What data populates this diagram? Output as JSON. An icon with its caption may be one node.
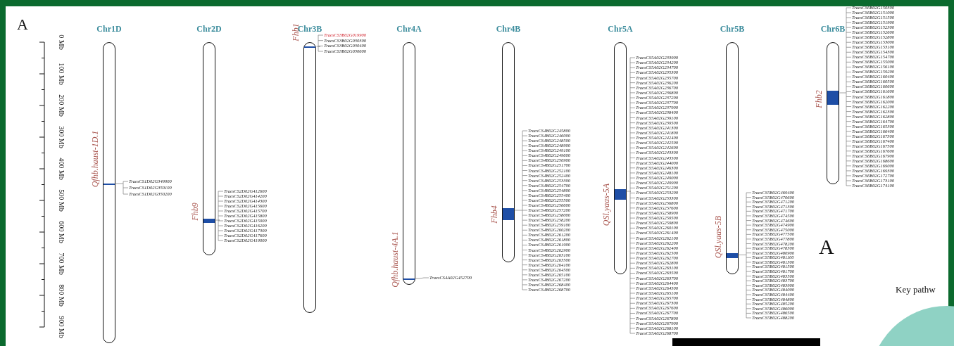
{
  "diagram": {
    "nodes": [
      {
        "text": [
          "Chr1D"
        ]
      },
      {
        "text": [],
        "shape": "bar",
        "in": 0,
        "beside": [
          "Qfhb.haust-1D.1"
        ]
      },
      {
        "text": [
          "TraesCS1D02G349900"
        ]
      },
      {
        "text": [
          "TraesCS1D02G350100"
        ]
      },
      {
        "text": [
          "TraesCS1D02G350200"
        ]
      },
      {
        "text": [
          "Chr2D"
        ]
      },
      {
        "text": [],
        "shape": "bar",
        "in": 5,
        "beside": [
          "Fhb9"
        ]
      },
      {
        "text": [
          "TraesCS2D02G412600"
        ]
      },
      {
        "text": [
          "TraesCS2D02G414200"
        ]
      },
      {
        "text": [
          "TraesCS2D02G414300"
        ]
      },
      {
        "text": [
          "TraesCS2D02G415600"
        ]
      },
      {
        "text": [
          "TraesCS2D02G415700"
        ]
      },
      {
        "text": [
          "TraesCS2D02G415800"
        ]
      },
      {
        "text": [
          "TraesCS2D02G415900"
        ]
      },
      {
        "text": [
          "TraesCS2D02G416200"
        ]
      },
      {
        "text": [
          "TraesCS2D02G417300"
        ]
      },
      {
        "text": [
          "TraesCS2D02G417600"
        ]
      },
      {
        "text": [
          "TraesCS2D02G419000"
        ]
      },
      {
        "text": [
          "Chr3B"
        ]
      },
      {
        "text": [],
        "shape": "bar",
        "in": 18,
        "beside": [
          "Fhb1"
        ]
      },
      {
        "text": [
          "TraesCS3B02G019900"
        ]
      },
      {
        "text": [
          "TraesCS3B02G030300"
        ]
      },
      {
        "text": [
          "TraesCS3B02G030400"
        ]
      },
      {
        "text": [
          "TraesCS3B02G030600"
        ]
      },
      {
        "text": [
          "Chr4A"
        ]
      },
      {
        "text": [],
        "shape": "bar",
        "in": 24,
        "beside": [
          "Qfhb.haust-4A.1"
        ]
      },
      {
        "text": [
          "TraesCS4A02G452700"
        ]
      },
      {
        "text": [
          "Chr4B"
        ]
      },
      {
        "text": [],
        "shape": "bar",
        "in": 27,
        "beside": [
          "Fhb4"
        ]
      },
      {
        "text": [
          "TraesCS4B02G245800"
        ]
      },
      {
        "text": [
          "TraesCS4B02G246000"
        ]
      },
      {
        "text": [
          "TraesCS4B02G248500"
        ]
      },
      {
        "text": [
          "TraesCS4B02G248900"
        ]
      },
      {
        "text": [
          "TraesCS4B02G249100"
        ]
      },
      {
        "text": [
          "TraesCS4B02G249600"
        ]
      },
      {
        "text": [
          "TraesCS4B02G250900"
        ]
      },
      {
        "text": [
          "TraesCS4B02G251700"
        ]
      },
      {
        "text": [
          "TraesCS4B02G252100"
        ]
      },
      {
        "text": [
          "TraesCS4B02G252400"
        ]
      },
      {
        "text": [
          "TraesCS4B02G253300"
        ]
      },
      {
        "text": [
          "TraesCS4B02G254700"
        ]
      },
      {
        "text": [
          "TraesCS4B02G254800"
        ]
      },
      {
        "text": [
          "TraesCS4B02G255400"
        ]
      },
      {
        "text": [
          "TraesCS4B02G255500"
        ]
      },
      {
        "text": [
          "TraesCS4B02G256600"
        ]
      },
      {
        "text": [
          "TraesCS4B02G257200"
        ]
      },
      {
        "text": [
          "TraesCS4B02G258000"
        ]
      },
      {
        "text": [
          "TraesCS4B02G258200"
        ]
      },
      {
        "text": [
          "TraesCS4B02G259100"
        ]
      },
      {
        "text": [
          "TraesCS4B02G260200"
        ]
      },
      {
        "text": [
          "TraesCS4B02G261200"
        ]
      },
      {
        "text": [
          "TraesCS4B02G261800"
        ]
      },
      {
        "text": [
          "TraesCS4B02G261900"
        ]
      },
      {
        "text": [
          "TraesCS4B02G262900"
        ]
      },
      {
        "text": [
          "TraesCS4B02G263100"
        ]
      },
      {
        "text": [
          "TraesCS4B02G263500"
        ]
      },
      {
        "text": [
          "TraesCS4B02G264100"
        ]
      },
      {
        "text": [
          "TraesCS4B02G264500"
        ]
      },
      {
        "text": [
          "TraesCS4B02G265100"
        ]
      },
      {
        "text": [
          "TraesCS4B02G267200"
        ]
      },
      {
        "text": [
          "TraesCS4B02G268400"
        ]
      },
      {
        "text": [
          "TraesCS4B02G268700"
        ]
      },
      {
        "text": [
          "Chr5A"
        ]
      },
      {
        "text": [],
        "shape": "bar",
        "in": 62,
        "beside": [
          "QSl.yaas-5A"
        ]
      },
      {
        "text": [
          "TraesCS5A02G233900"
        ]
      },
      {
        "text": [
          "TraesCS5A02G234200"
        ]
      },
      {
        "text": [
          "TraesCS5A02G234700"
        ]
      },
      {
        "text": [
          "TraesCS5A02G235300"
        ]
      },
      {
        "text": [
          "TraesCS5A02G235700"
        ]
      },
      {
        "text": [
          "TraesCS5A02G236200"
        ]
      },
      {
        "text": [
          "TraesCS5A02G236700"
        ]
      },
      {
        "text": [
          "TraesCS5A02G236800"
        ]
      },
      {
        "text": [
          "TraesCS5A02G237200"
        ]
      },
      {
        "text": [
          "TraesCS5A02G237700"
        ]
      },
      {
        "text": [
          "TraesCS5A02G237900"
        ]
      },
      {
        "text": [
          "TraesCS5A02G238400"
        ]
      },
      {
        "text": [
          "TraesCS5A02G239100"
        ]
      },
      {
        "text": [
          "TraesCS5A02G239500"
        ]
      },
      {
        "text": [
          "TraesCS5A02G241300"
        ]
      },
      {
        "text": [
          "TraesCS5A02G241800"
        ]
      },
      {
        "text": [
          "TraesCS5A02G242400"
        ]
      },
      {
        "text": [
          "TraesCS5A02G242500"
        ]
      },
      {
        "text": [
          "TraesCS5A02G242600"
        ]
      },
      {
        "text": [
          "TraesCS5A02G243300"
        ]
      },
      {
        "text": [
          "TraesCS5A02G243500"
        ]
      },
      {
        "text": [
          "TraesCS5A02G244000"
        ]
      },
      {
        "text": [
          "TraesCS5A02G246300"
        ]
      },
      {
        "text": [
          "TraesCS5A02G248100"
        ]
      },
      {
        "text": [
          "TraesCS5A02G249000"
        ]
      },
      {
        "text": [
          "TraesCS5A02G249900"
        ]
      },
      {
        "text": [
          "TraesCS5A02G251200"
        ]
      },
      {
        "text": [
          "TraesCS5A02G253200"
        ]
      },
      {
        "text": [
          "TraesCS5A02G253300"
        ]
      },
      {
        "text": [
          "TraesCS5A02G256800"
        ]
      },
      {
        "text": [
          "TraesCS5A02G257600"
        ]
      },
      {
        "text": [
          "TraesCS5A02G258900"
        ]
      },
      {
        "text": [
          "TraesCS5A02G259500"
        ]
      },
      {
        "text": [
          "TraesCS5A02G259800"
        ]
      },
      {
        "text": [
          "TraesCS5A02G260100"
        ]
      },
      {
        "text": [
          "TraesCS5A02G261400"
        ]
      },
      {
        "text": [
          "TraesCS5A02G262100"
        ]
      },
      {
        "text": [
          "TraesCS5A02G262200"
        ]
      },
      {
        "text": [
          "TraesCS5A02G262400"
        ]
      },
      {
        "text": [
          "TraesCS5A02G262500"
        ]
      },
      {
        "text": [
          "TraesCS5A02G262700"
        ]
      },
      {
        "text": [
          "TraesCS5A02G262800"
        ]
      },
      {
        "text": [
          "TraesCS5A02G263100"
        ]
      },
      {
        "text": [
          "TraesCS5A02G263500"
        ]
      },
      {
        "text": [
          "TraesCS5A02G263700"
        ]
      },
      {
        "text": [
          "TraesCS5A02G264400"
        ]
      },
      {
        "text": [
          "TraesCS5A02G264500"
        ]
      },
      {
        "text": [
          "TraesCS5A02G265100"
        ]
      },
      {
        "text": [
          "TraesCS5A02G265700"
        ]
      },
      {
        "text": [
          "TraesCS5A02G267300"
        ]
      },
      {
        "text": [
          "TraesCS5A02G267600"
        ]
      },
      {
        "text": [
          "TraesCS5A02G267700"
        ]
      },
      {
        "text": [
          "TraesCS5A02G267800"
        ]
      },
      {
        "text": [
          "TraesCS5A02G267900"
        ]
      },
      {
        "text": [
          "TraesCS5A02G268100"
        ]
      },
      {
        "text": [
          "TraesCS5A02G268700"
        ]
      },
      {
        "text": [
          "Chr5B"
        ]
      },
      {
        "text": [],
        "shape": "bar",
        "in": 120,
        "beside": [
          "QSl.yaas-5B"
        ]
      },
      {
        "text": [
          "TraesCS5B02G469400"
        ]
      },
      {
        "text": [
          "TraesCS5B02G470600"
        ]
      },
      {
        "text": [
          "TraesCS5B02G471200"
        ]
      },
      {
        "text": [
          "TraesCS5B02G471300"
        ]
      },
      {
        "text": [
          "TraesCS5B02G471700"
        ]
      },
      {
        "text": [
          "TraesCS5B02G474500"
        ]
      },
      {
        "text": [
          "TraesCS5B02G474600"
        ]
      },
      {
        "text": [
          "TraesCS5B02G474900"
        ]
      },
      {
        "text": [
          "TraesCS5B02G475000"
        ]
      },
      {
        "text": [
          "TraesCS5B02G477500"
        ]
      },
      {
        "text": [
          "TraesCS5B02G477800"
        ]
      },
      {
        "text": [
          "TraesCS5B02G478200"
        ]
      },
      {
        "text": [
          "TraesCS5B02G478300"
        ]
      },
      {
        "text": [
          "TraesCS5B02G480900"
        ]
      },
      {
        "text": [
          "TraesCS5B02G481100"
        ]
      },
      {
        "text": [
          "TraesCS5B02G481300"
        ]
      },
      {
        "text": [
          "TraesCS5B02G481500"
        ]
      },
      {
        "text": [
          "TraesCS5B02G481700"
        ]
      },
      {
        "text": [
          "TraesCS5B02G483500"
        ]
      },
      {
        "text": [
          "TraesCS5B02G483700"
        ]
      },
      {
        "text": [
          "TraesCS5B02G483900"
        ]
      },
      {
        "text": [
          "TraesCS5B02G484000"
        ]
      },
      {
        "text": [
          "TraesCS5B02G484400"
        ]
      },
      {
        "text": [
          "TraesCS5B02G484800"
        ]
      },
      {
        "text": [
          "TraesCS5B02G485200"
        ]
      },
      {
        "text": [
          "TraesCS5B02G486000"
        ]
      },
      {
        "text": [
          "TraesCS5B02G486500"
        ]
      },
      {
        "text": [
          "TraesCS5B02G488200"
        ]
      },
      {
        "text": [
          "Chr6B"
        ]
      },
      {
        "text": [],
        "shape": "bar",
        "in": 150,
        "beside": [
          "Fhb2"
        ]
      },
      {
        "text": [
          "TraesCS6B02G150300"
        ]
      },
      {
        "text": [
          "TraesCS6B02G151000"
        ]
      },
      {
        "text": [
          "TraesCS6B02G151500"
        ]
      },
      {
        "text": [
          "TraesCS6B02G151900"
        ]
      },
      {
        "text": [
          "TraesCS6B02G152300"
        ]
      },
      {
        "text": [
          "TraesCS6B02G152600"
        ]
      },
      {
        "text": [
          "TraesCS6B02G152800"
        ]
      },
      {
        "text": [
          "TraesCS6B02G153000"
        ]
      },
      {
        "text": [
          "TraesCS6B02G153100"
        ]
      },
      {
        "text": [
          "TraesCS6B02G154300"
        ]
      },
      {
        "text": [
          "TraesCS6B02G154700"
        ]
      },
      {
        "text": [
          "TraesCS6B02G155000"
        ]
      },
      {
        "text": [
          "TraesCS6B02G156100"
        ]
      },
      {
        "text": [
          "TraesCS6B02G159200"
        ]
      },
      {
        "text": [
          "TraesCS6B02G160400"
        ]
      },
      {
        "text": [
          "TraesCS6B02G160500"
        ]
      },
      {
        "text": [
          "TraesCS6B02G160600"
        ]
      },
      {
        "text": [
          "TraesCS6B02G161600"
        ]
      },
      {
        "text": [
          "TraesCS6B02G161800"
        ]
      },
      {
        "text": [
          "TraesCS6B02G162000"
        ]
      },
      {
        "text": [
          "TraesCS6B02G162200"
        ]
      },
      {
        "text": [
          "TraesCS6B02G162300"
        ]
      },
      {
        "text": [
          "TraesCS6B02G162800"
        ]
      },
      {
        "text": [
          "TraesCS6B02G164700"
        ]
      },
      {
        "text": [
          "TraesCS6B02G165300"
        ]
      },
      {
        "text": [
          "TraesCS6B02G166400"
        ]
      },
      {
        "text": [
          "TraesCS6B02G167300"
        ]
      },
      {
        "text": [
          "TraesCS6B02G167400"
        ]
      },
      {
        "text": [
          "TraesCS6B02G167500"
        ]
      },
      {
        "text": [
          "TraesCS6B02G167600"
        ]
      },
      {
        "text": [
          "TraesCS6B02G167900"
        ]
      },
      {
        "text": [
          "TraesCS6B02G168600"
        ]
      },
      {
        "text": [
          "TraesCS6B02G169000"
        ]
      },
      {
        "text": [
          "TraesCS6B02G169300"
        ]
      },
      {
        "text": [
          "TraesCS6B02G172700"
        ]
      },
      {
        "text": [
          "TraesCS6B02G173100"
        ]
      },
      {
        "text": [
          "TraesCS6B02G174100"
        ]
      }
    ],
    "edges": [
      {
        "from": 1,
        "to": 2,
        "arrow": "none"
      },
      {
        "from": 1,
        "to": 3,
        "arrow": "none"
      },
      {
        "from": 1,
        "to": 4,
        "arrow": "none"
      },
      {
        "from": 6,
        "to": 7,
        "arrow": "none"
      },
      {
        "from": 6,
        "to": 8,
        "arrow": "none"
      },
      {
        "from": 6,
        "to": 9,
        "arrow": "none"
      },
      {
        "from": 6,
        "to": 10,
        "arrow": "none"
      },
      {
        "from": 6,
        "to": 11,
        "arrow": "none"
      },
      {
        "from": 6,
        "to": 12,
        "arrow": "none"
      },
      {
        "from": 6,
        "to": 13,
        "arrow": "none"
      },
      {
        "from": 6,
        "to": 14,
        "arrow": "none"
      },
      {
        "from": 6,
        "to": 15,
        "arrow": "none"
      },
      {
        "from": 6,
        "to": 16,
        "arrow": "none"
      },
      {
        "from": 6,
        "to": 17,
        "arrow": "none"
      },
      {
        "from": 19,
        "to": 20,
        "arrow": "none"
      },
      {
        "from": 19,
        "to": 21,
        "arrow": "none"
      },
      {
        "from": 19,
        "to": 22,
        "arrow": "none"
      },
      {
        "from": 19,
        "to": 23,
        "arrow": "none"
      },
      {
        "from": 25,
        "to": 26,
        "arrow": "none"
      },
      {
        "from": 28,
        "to": 29,
        "arrow": "none"
      },
      {
        "from": 28,
        "to": 30,
        "arrow": "none"
      },
      {
        "from": 28,
        "to": 31,
        "arrow": "none"
      },
      {
        "from": 28,
        "to": 32,
        "arrow": "none"
      },
      {
        "from": 28,
        "to": 33,
        "arrow": "none"
      },
      {
        "from": 28,
        "to": 34,
        "arrow": "none"
      },
      {
        "from": 28,
        "to": 35,
        "arrow": "none"
      },
      {
        "from": 28,
        "to": 36,
        "arrow": "none"
      },
      {
        "from": 28,
        "to": 37,
        "arrow": "none"
      },
      {
        "from": 28,
        "to": 38,
        "arrow": "none"
      },
      {
        "from": 28,
        "to": 39,
        "arrow": "none"
      },
      {
        "from": 28,
        "to": 40,
        "arrow": "none"
      },
      {
        "from": 28,
        "to": 41,
        "arrow": "none"
      },
      {
        "from": 28,
        "to": 42,
        "arrow": "none"
      },
      {
        "from": 28,
        "to": 43,
        "arrow": "none"
      },
      {
        "from": 28,
        "to": 44,
        "arrow": "none"
      },
      {
        "from": 28,
        "to": 45,
        "arrow": "none"
      },
      {
        "from": 28,
        "to": 46,
        "arrow": "none"
      },
      {
        "from": 28,
        "to": 47,
        "arrow": "none"
      },
      {
        "from": 28,
        "to": 48,
        "arrow": "none"
      },
      {
        "from": 28,
        "to": 49,
        "arrow": "none"
      },
      {
        "from": 28,
        "to": 50,
        "arrow": "none"
      },
      {
        "from": 28,
        "to": 51,
        "arrow": "none"
      },
      {
        "from": 28,
        "to": 52,
        "arrow": "none"
      },
      {
        "from": 28,
        "to": 53,
        "arrow": "none"
      },
      {
        "from": 28,
        "to": 54,
        "arrow": "none"
      },
      {
        "from": 28,
        "to": 55,
        "arrow": "none"
      },
      {
        "from": 28,
        "to": 56,
        "arrow": "none"
      },
      {
        "from": 28,
        "to": 57,
        "arrow": "none"
      },
      {
        "from": 28,
        "to": 58,
        "arrow": "none"
      },
      {
        "from": 28,
        "to": 59,
        "arrow": "none"
      },
      {
        "from": 28,
        "to": 60,
        "arrow": "none"
      },
      {
        "from": 28,
        "to": 61,
        "arrow": "none"
      },
      {
        "from": 63,
        "to": 64,
        "arrow": "none"
      },
      {
        "from": 63,
        "to": 65,
        "arrow": "none"
      },
      {
        "from": 63,
        "to": 66,
        "arrow": "none"
      },
      {
        "from": 63,
        "to": 67,
        "arrow": "none"
      },
      {
        "from": 63,
        "to": 68,
        "arrow": "none"
      },
      {
        "from": 63,
        "to": 69,
        "arrow": "none"
      },
      {
        "from": 63,
        "to": 70,
        "arrow": "none"
      },
      {
        "from": 63,
        "to": 71,
        "arrow": "none"
      },
      {
        "from": 63,
        "to": 72,
        "arrow": "none"
      },
      {
        "from": 63,
        "to": 73,
        "arrow": "none"
      },
      {
        "from": 63,
        "to": 74,
        "arrow": "none"
      },
      {
        "from": 63,
        "to": 75,
        "arrow": "none"
      },
      {
        "from": 63,
        "to": 76,
        "arrow": "none"
      },
      {
        "from": 63,
        "to": 77,
        "arrow": "none"
      },
      {
        "from": 63,
        "to": 78,
        "arrow": "none"
      },
      {
        "from": 63,
        "to": 79,
        "arrow": "none"
      },
      {
        "from": 63,
        "to": 80,
        "arrow": "none"
      },
      {
        "from": 63,
        "to": 81,
        "arrow": "none"
      },
      {
        "from": 63,
        "to": 82,
        "arrow": "none"
      },
      {
        "from": 63,
        "to": 83,
        "arrow": "none"
      },
      {
        "from": 63,
        "to": 84,
        "arrow": "none"
      },
      {
        "from": 63,
        "to": 85,
        "arrow": "none"
      },
      {
        "from": 63,
        "to": 86,
        "arrow": "none"
      },
      {
        "from": 63,
        "to": 87,
        "arrow": "none"
      },
      {
        "from": 63,
        "to": 88,
        "arrow": "none"
      },
      {
        "from": 63,
        "to": 89,
        "arrow": "none"
      },
      {
        "from": 63,
        "to": 90,
        "arrow": "none"
      },
      {
        "from": 63,
        "to": 91,
        "arrow": "none"
      },
      {
        "from": 63,
        "to": 92,
        "arrow": "none"
      },
      {
        "from": 63,
        "to": 93,
        "arrow": "none"
      },
      {
        "from": 63,
        "to": 94,
        "arrow": "none"
      },
      {
        "from": 63,
        "to": 95,
        "arrow": "none"
      },
      {
        "from": 63,
        "to": 96,
        "arrow": "none"
      },
      {
        "from": 63,
        "to": 97,
        "arrow": "none"
      },
      {
        "from": 63,
        "to": 98,
        "arrow": "none"
      },
      {
        "from": 63,
        "to": 99,
        "arrow": "none"
      },
      {
        "from": 63,
        "to": 100,
        "arrow": "none"
      },
      {
        "from": 63,
        "to": 101,
        "arrow": "none"
      },
      {
        "from": 63,
        "to": 102,
        "arrow": "none"
      },
      {
        "from": 63,
        "to": 103,
        "arrow": "none"
      },
      {
        "from": 63,
        "to": 104,
        "arrow": "none"
      },
      {
        "from": 63,
        "to": 105,
        "arrow": "none"
      },
      {
        "from": 63,
        "to": 106,
        "arrow": "none"
      },
      {
        "from": 63,
        "to": 107,
        "arrow": "none"
      },
      {
        "from": 63,
        "to": 108,
        "arrow": "none"
      },
      {
        "from": 63,
        "to": 109,
        "arrow": "none"
      },
      {
        "from": 63,
        "to": 110,
        "arrow": "none"
      },
      {
        "from": 63,
        "to": 111,
        "arrow": "none"
      },
      {
        "from": 63,
        "to": 112,
        "arrow": "none"
      },
      {
        "from": 63,
        "to": 113,
        "arrow": "none"
      },
      {
        "from": 63,
        "to": 114,
        "arrow": "none"
      },
      {
        "from": 63,
        "to": 115,
        "arrow": "none"
      },
      {
        "from": 63,
        "to": 116,
        "arrow": "none"
      },
      {
        "from": 63,
        "to": 117,
        "arrow": "none"
      },
      {
        "from": 63,
        "to": 118,
        "arrow": "none"
      },
      {
        "from": 63,
        "to": 119,
        "arrow": "none"
      },
      {
        "from": 121,
        "to": 122,
        "arrow": "none"
      },
      {
        "from": 121,
        "to": 123,
        "arrow": "none"
      },
      {
        "from": 121,
        "to": 124,
        "arrow": "none"
      },
      {
        "from": 121,
        "to": 125,
        "arrow": "none"
      },
      {
        "from": 121,
        "to": 126,
        "arrow": "none"
      },
      {
        "from": 121,
        "to": 127,
        "arrow": "none"
      },
      {
        "from": 121,
        "to": 128,
        "arrow": "none"
      },
      {
        "from": 121,
        "to": 129,
        "arrow": "none"
      },
      {
        "from": 121,
        "to": 130,
        "arrow": "none"
      },
      {
        "from": 121,
        "to": 131,
        "arrow": "none"
      },
      {
        "from": 121,
        "to": 132,
        "arrow": "none"
      },
      {
        "from": 121,
        "to": 133,
        "arrow": "none"
      },
      {
        "from": 121,
        "to": 134,
        "arrow": "none"
      },
      {
        "from": 121,
        "to": 135,
        "arrow": "none"
      },
      {
        "from": 121,
        "to": 136,
        "arrow": "none"
      },
      {
        "from": 121,
        "to": 137,
        "arrow": "none"
      },
      {
        "from": 121,
        "to": 138,
        "arrow": "none"
      },
      {
        "from": 121,
        "to": 139,
        "arrow": "none"
      },
      {
        "from": 121,
        "to": 140,
        "arrow": "none"
      },
      {
        "from": 121,
        "to": 141,
        "arrow": "none"
      },
      {
        "from": 121,
        "to": 142,
        "arrow": "none"
      },
      {
        "from": 121,
        "to": 143,
        "arrow": "none"
      },
      {
        "from": 121,
        "to": 144,
        "arrow": "none"
      },
      {
        "from": 121,
        "to": 145,
        "arrow": "none"
      },
      {
        "from": 121,
        "to": 146,
        "arrow": "none"
      },
      {
        "from": 121,
        "to": 147,
        "arrow": "none"
      },
      {
        "from": 121,
        "to": 148,
        "arrow": "none"
      },
      {
        "from": 121,
        "to": 149,
        "arrow": "none"
      },
      {
        "from": 151,
        "to": 152,
        "arrow": "none"
      },
      {
        "from": 151,
        "to": 153,
        "arrow": "none"
      },
      {
        "from": 151,
        "to": 154,
        "arrow": "none"
      },
      {
        "from": 151,
        "to": 155,
        "arrow": "none"
      },
      {
        "from": 151,
        "to": 156,
        "arrow": "none"
      },
      {
        "from": 151,
        "to": 157,
        "arrow": "none"
      },
      {
        "from": 151,
        "to": 158,
        "arrow": "none"
      },
      {
        "from": 151,
        "to": 159,
        "arrow": "none"
      },
      {
        "from": 151,
        "to": 160,
        "arrow": "none"
      },
      {
        "from": 151,
        "to": 161,
        "arrow": "none"
      },
      {
        "from": 151,
        "to": 162,
        "arrow": "none"
      },
      {
        "from": 151,
        "to": 163,
        "arrow": "none"
      },
      {
        "from": 151,
        "to": 164,
        "arrow": "none"
      },
      {
        "from": 151,
        "to": 165,
        "arrow": "none"
      },
      {
        "from": 151,
        "to": 166,
        "arrow": "none"
      },
      {
        "from": 151,
        "to": 167,
        "arrow": "none"
      },
      {
        "from": 151,
        "to": 168,
        "arrow": "none"
      },
      {
        "from": 151,
        "to": 169,
        "arrow": "none"
      },
      {
        "from": 151,
        "to": 170,
        "arrow": "none"
      },
      {
        "from": 151,
        "to": 171,
        "arrow": "none"
      },
      {
        "from": 151,
        "to": 172,
        "arrow": "none"
      },
      {
        "from": 151,
        "to": 173,
        "arrow": "none"
      },
      {
        "from": 151,
        "to": 174,
        "arrow": "none"
      },
      {
        "from": 151,
        "to": 175,
        "arrow": "none"
      },
      {
        "from": 151,
        "to": 176,
        "arrow": "none"
      },
      {
        "from": 151,
        "to": 177,
        "arrow": "none"
      },
      {
        "from": 151,
        "to": 178,
        "arrow": "none"
      },
      {
        "from": 151,
        "to": 179,
        "arrow": "none"
      },
      {
        "from": 151,
        "to": 180,
        "arrow": "none"
      },
      {
        "from": 151,
        "to": 181,
        "arrow": "none"
      },
      {
        "from": 151,
        "to": 182,
        "arrow": "none"
      },
      {
        "from": 151,
        "to": 183,
        "arrow": "none"
      },
      {
        "from": 151,
        "to": 184,
        "arrow": "none"
      },
      {
        "from": 151,
        "to": 185,
        "arrow": "none"
      },
      {
        "from": 151,
        "to": 186,
        "arrow": "none"
      },
      {
        "from": 151,
        "to": 187,
        "arrow": "none"
      },
      {
        "from": 151,
        "to": 188,
        "arrow": "none"
      }
    ],
    "labels": [
      "A",
      "0 Mb",
      "100 Mb",
      "200 Mb",
      "300 Mb",
      "400 Mb",
      "500 Mb",
      "600 Mb",
      "700 Mb",
      "800 Mb",
      "900 Mb",
      "A",
      "Key pathw"
    ]
  }
}
